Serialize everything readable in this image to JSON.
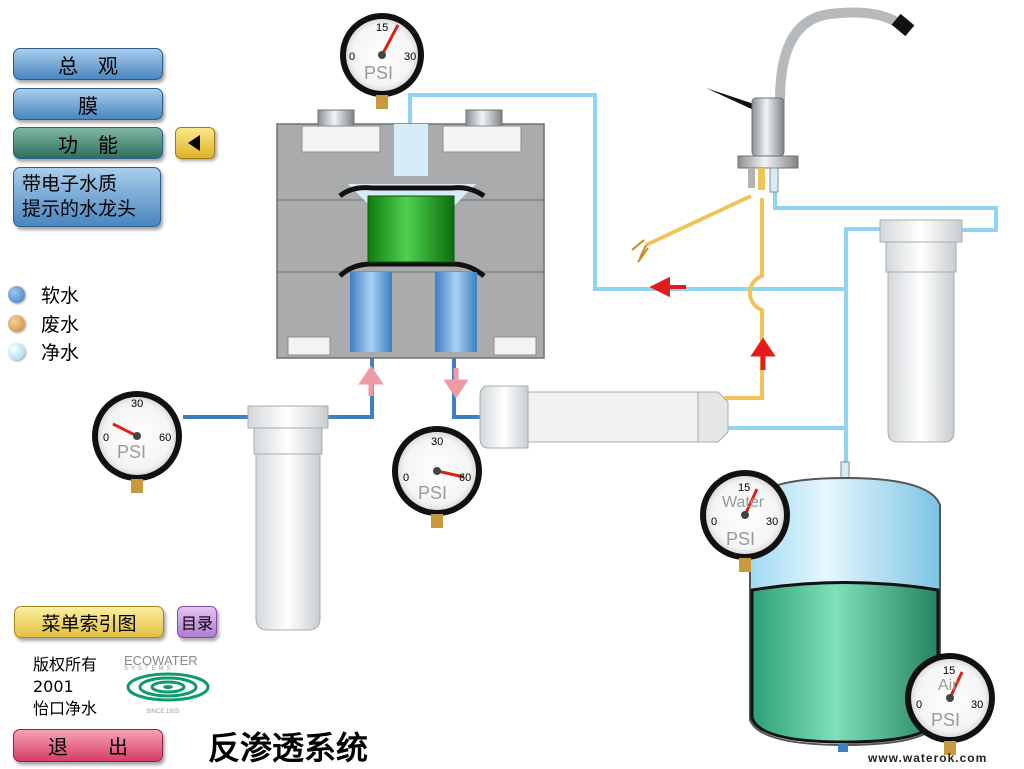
{
  "nav": {
    "overview": "总　观",
    "membrane": "膜",
    "function": "功　能",
    "faucet_line1": "带电子水质",
    "faucet_line2": "提示的水龙头"
  },
  "legend": [
    {
      "label": "软水",
      "color": "#3f7fc1"
    },
    {
      "label": "废水",
      "color": "#d79a4a"
    },
    {
      "label": "净水",
      "color": "#9fdcf3"
    }
  ],
  "menu_index": "菜单索引图",
  "toc": "目录",
  "copyright": {
    "line1": "版权所有",
    "line2": "2001",
    "line3": "怡口净水"
  },
  "brand": {
    "name": "ECOWATER",
    "sub": "SYSTEMS",
    "since": "SINCE 1925"
  },
  "exit": "退　　出",
  "title": "反渗透系统",
  "website": "www.waterok.com",
  "gauges": {
    "top": {
      "min": "0",
      "mid": "15",
      "max": "30",
      "unit": "PSI"
    },
    "left": {
      "min": "0",
      "mid": "30",
      "max": "60",
      "unit": "PSI"
    },
    "middle": {
      "min": "0",
      "mid": "30",
      "max": "60",
      "unit": "PSI"
    },
    "tank_water": {
      "min": "0",
      "mid": "15",
      "max": "30",
      "label": "Water",
      "unit": "PSI"
    },
    "tank_air": {
      "min": "0",
      "mid": "15",
      "max": "30",
      "label": "Air",
      "unit": "PSI"
    }
  },
  "colors": {
    "soft_water": "#3f7fc1",
    "waste_water": "#f1c45a",
    "pure_water": "#8fd4f0",
    "membrane": "#1fa21f",
    "tank_water": "#3fb58a",
    "arrow": "#e41b1b"
  }
}
